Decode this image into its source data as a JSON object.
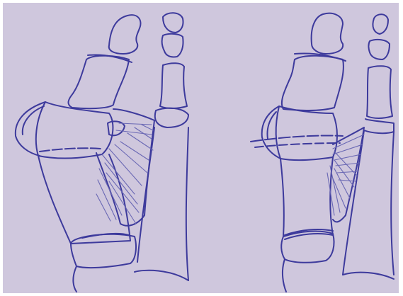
{
  "figure": {
    "paper_color": "#cfc7dd",
    "ink_color": "#3d3a9c",
    "hatch_color": "#6a68b4",
    "panels": [
      {
        "id": "left",
        "view": "sketch-before"
      },
      {
        "id": "right",
        "view": "sketch-after"
      }
    ]
  }
}
